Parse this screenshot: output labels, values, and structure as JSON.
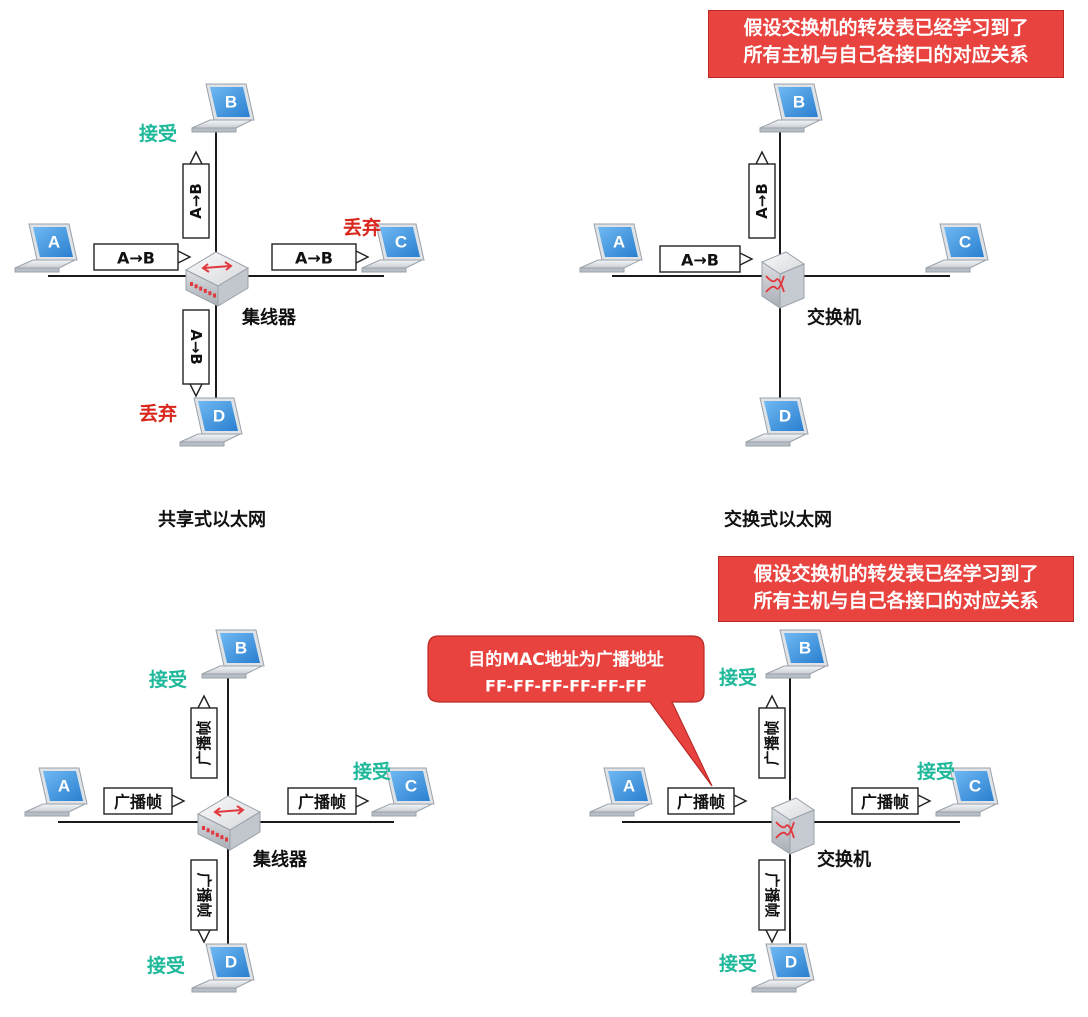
{
  "panels": [
    {
      "caption": "共享式以太网",
      "device_label": "集线器",
      "frame_label": "A→B",
      "hosts": {
        "A": "A",
        "B": "B",
        "C": "C",
        "D": "D"
      },
      "status": {
        "B": "接受",
        "C": "丢弃",
        "D": "丢弃"
      }
    },
    {
      "caption": "交换式以太网",
      "device_label": "交换机",
      "frame_label": "A→B",
      "hosts": {
        "A": "A",
        "B": "B",
        "C": "C",
        "D": "D"
      },
      "note_lines": [
        "假设交换机的转发表已经学习到了",
        "所有主机与自己各接口的对应关系"
      ]
    },
    {
      "device_label": "集线器",
      "frame_label": "广播帧",
      "hosts": {
        "A": "A",
        "B": "B",
        "C": "C",
        "D": "D"
      },
      "status": {
        "B": "接受",
        "C": "接受",
        "D": "接受"
      }
    },
    {
      "device_label": "交换机",
      "frame_label": "广播帧",
      "hosts": {
        "A": "A",
        "B": "B",
        "C": "C",
        "D": "D"
      },
      "status": {
        "B": "接受",
        "C": "接受",
        "D": "接受"
      },
      "note_lines": [
        "假设交换机的转发表已经学习到了",
        "所有主机与自己各接口的对应关系"
      ],
      "bubble_lines": [
        "目的MAC地址为广播地址",
        "FF-FF-FF-FF-FF-FF"
      ]
    }
  ],
  "colors": {
    "accept": "#1fb89a",
    "drop": "#d9261c",
    "callout": "#e8433f",
    "screen": "#3a8fdc",
    "line": "#1a1a1a"
  }
}
